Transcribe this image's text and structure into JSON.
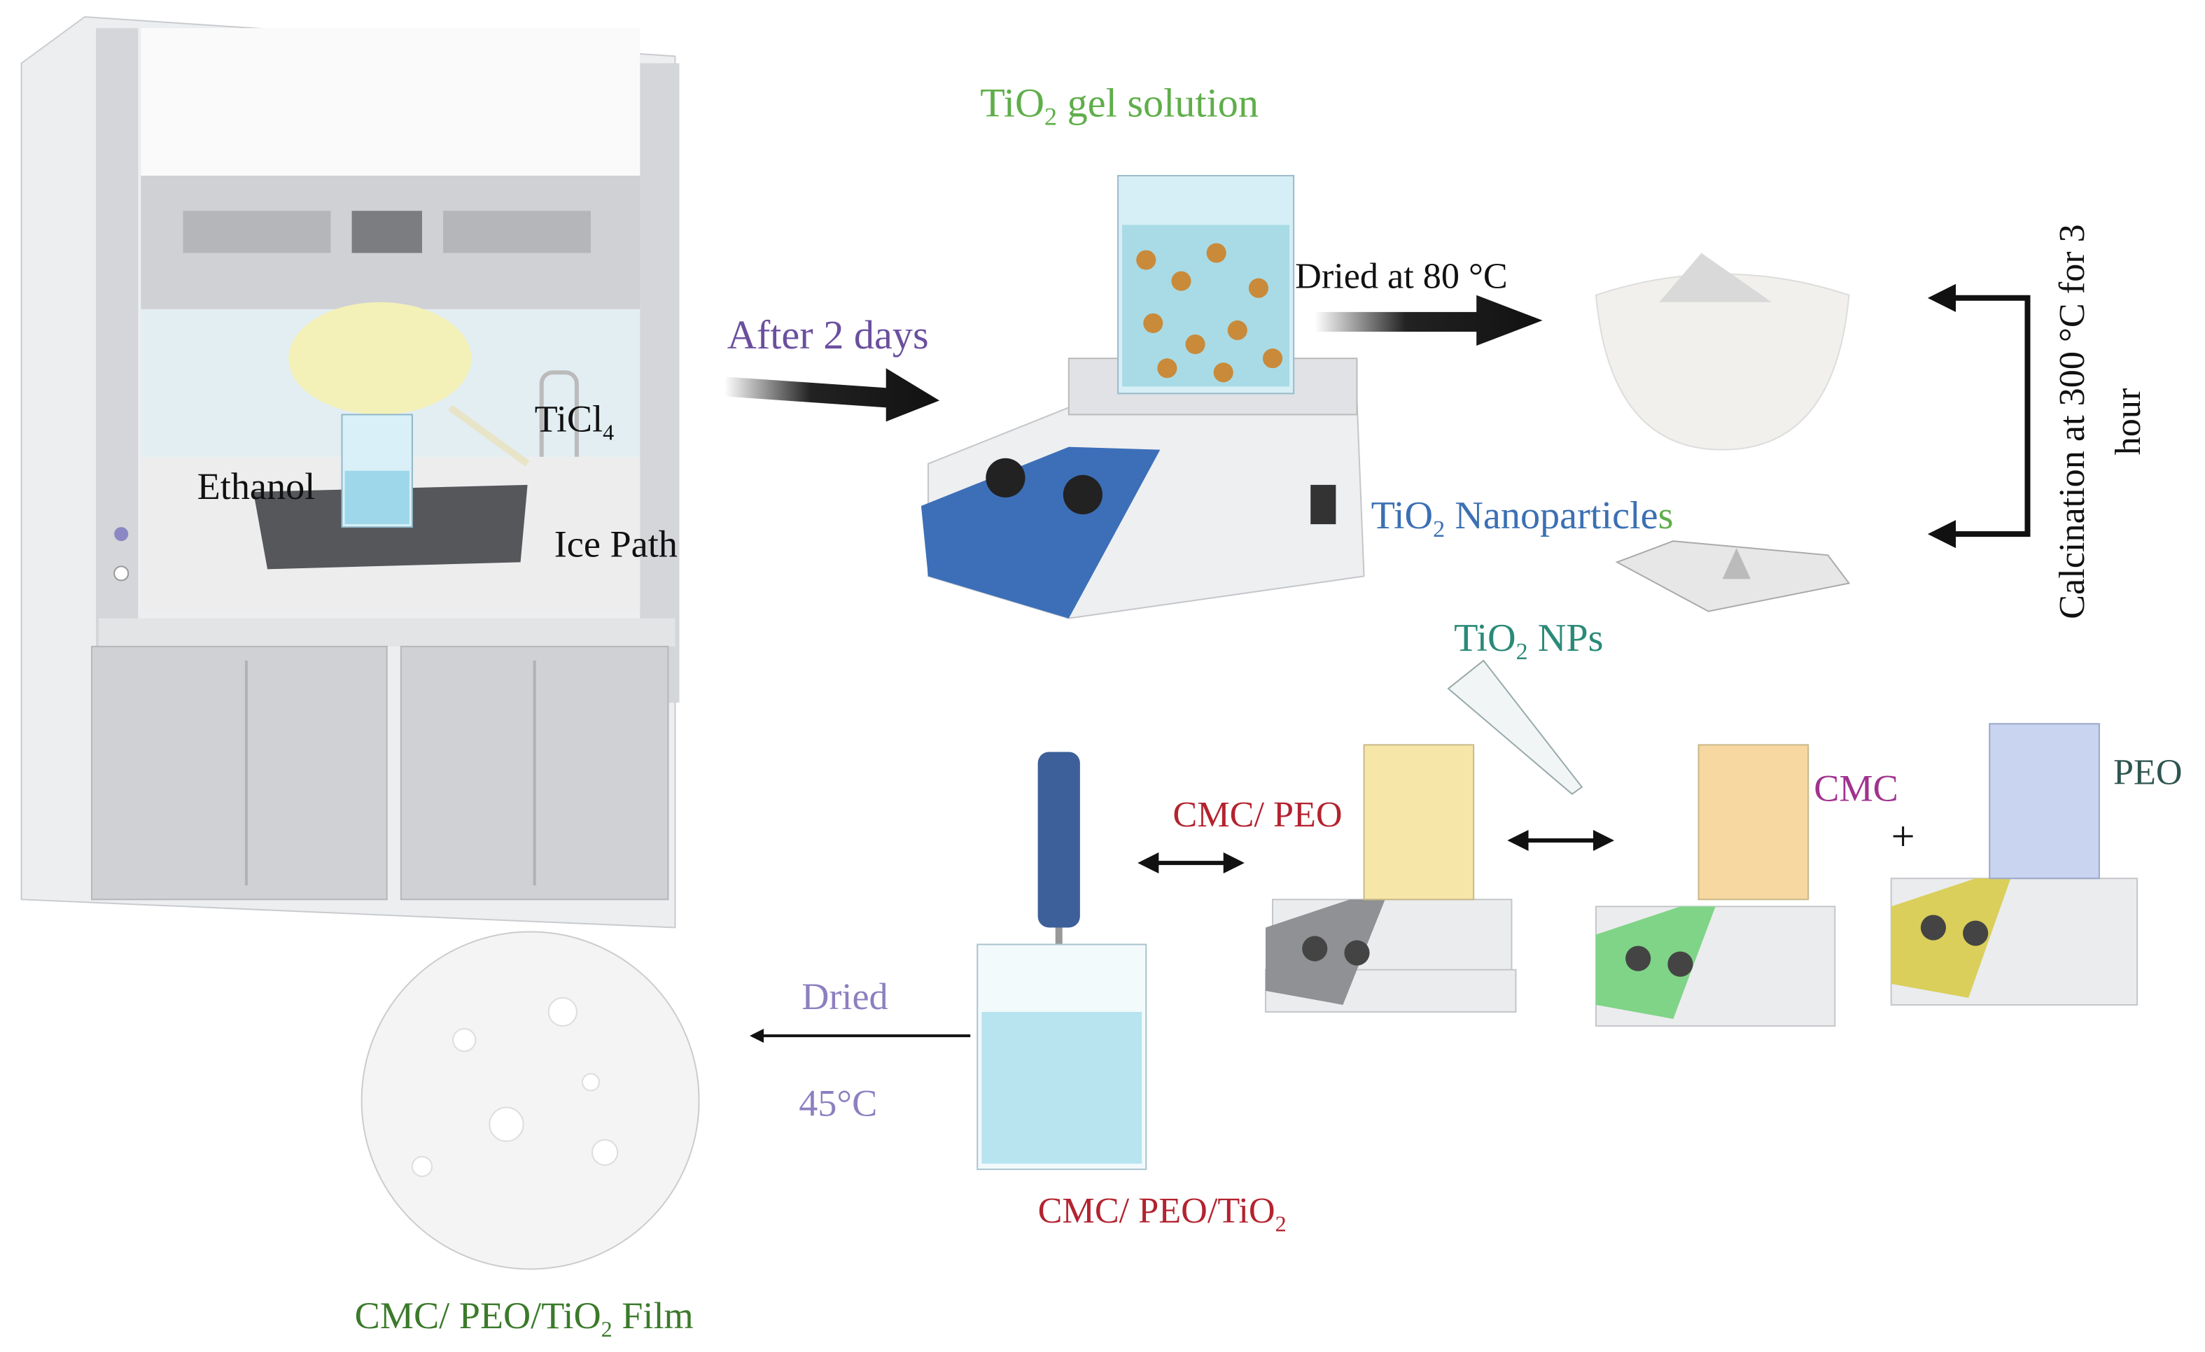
{
  "labels": {
    "gel_solution": {
      "pre": "TiO",
      "sub": "2",
      "post": " gel solution"
    },
    "after_days": "After 2 days",
    "dried_80": "Dried at 80 °C",
    "ticl4": {
      "pre": "TiCl",
      "sub": "4"
    },
    "ethanol": "Ethanol",
    "ice_path": "Ice Path",
    "nanoparticles": {
      "pre": "TiO",
      "sub": "2",
      "post": " Nanoparticle",
      "tail": "s"
    },
    "calcination_line1": "Calcination at 300 °C for 3",
    "calcination_line2": "hour",
    "nps": {
      "pre": "TiO",
      "sub": "2",
      "post": " NPs"
    },
    "cmc_peo": "CMC/ PEO",
    "cmc": "CMC",
    "plus": "+",
    "peo": "PEO",
    "dried": "Dried",
    "temp_45": "45°C",
    "cmc_peo_tio2": {
      "pre": "CMC/ PEO/TiO",
      "sub": "2"
    },
    "film": {
      "pre": "CMC/ PEO/TiO",
      "sub": "2",
      "post": " Film"
    }
  },
  "colors": {
    "green": "#5fae4a",
    "purple": "#6b4f9e",
    "blue": "#3b70b3",
    "teal": "#2a8a78",
    "red": "#b3232f",
    "magenta": "#a0338f",
    "dark_teal": "#2f5550",
    "lavender": "#8d7fc0",
    "film_green": "#3b7a2b"
  }
}
